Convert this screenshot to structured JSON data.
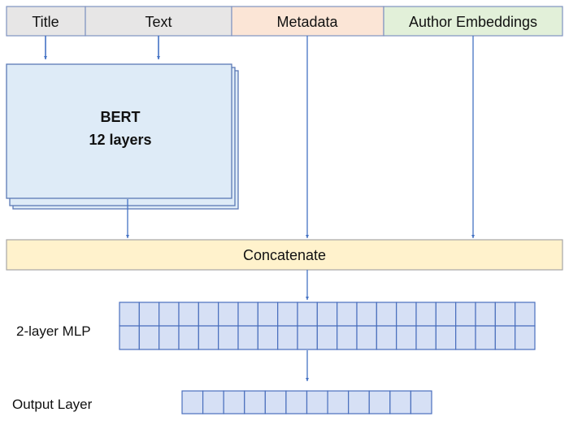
{
  "inputs": [
    {
      "label": "Title",
      "fill": "#e7e6e6"
    },
    {
      "label": "Text",
      "fill": "#e7e6e6"
    },
    {
      "label": "Metadata",
      "fill": "#fbe5d6"
    },
    {
      "label": "Author Embeddings",
      "fill": "#e2f0d9"
    }
  ],
  "bert": {
    "line1": "BERT",
    "line2": "12 layers",
    "fill": "#deebf7"
  },
  "concat": {
    "label": "Concatenate",
    "fill": "#fff2cc"
  },
  "mlp": {
    "label": "2-layer MLP",
    "rows": 2,
    "cols": 21
  },
  "output": {
    "label": "Output Layer",
    "cols": 12
  },
  "colors": {
    "border": "#5b79b6",
    "arrow": "#4472c4",
    "cell": "#d6e0f5",
    "cell_border": "#4a6fbd",
    "text": "#111111"
  }
}
